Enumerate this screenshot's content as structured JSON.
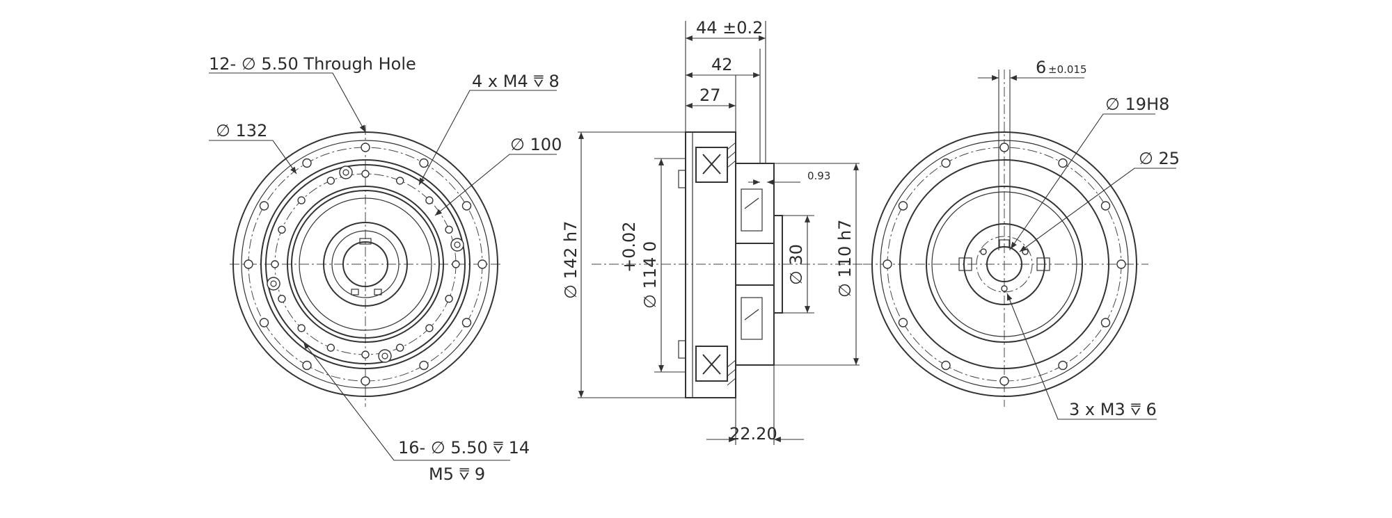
{
  "diagram": {
    "front_view": {
      "through_hole_label": "12- ∅ 5.50 Through Hole",
      "m4_label": "4 x M4 ⩢ 8",
      "d132_label": "∅ 132",
      "d100_label": "∅ 100",
      "hole16_label": "16- ∅ 5.50 ⩢ 14",
      "m5_label": "M5 ⩢ 9"
    },
    "side_view": {
      "width_44_label": "44 ±0.2",
      "width_42_label": "42",
      "width_27_label": "27",
      "offset_093_label": "0.93",
      "d142_label": "∅ 142 h7",
      "tol_label": "+0.02",
      "d114_label": "∅ 114  0",
      "d30_label": "∅ 30",
      "d110_label": "∅ 110 h7",
      "width_2220_label": "22.20"
    },
    "rear_view": {
      "key_width_label": "6",
      "key_tol_label": "±0.015",
      "d19_label": "∅ 19H8",
      "d25_label": "∅ 25",
      "m3_label": "3 x M3 ⩢ 6"
    }
  }
}
